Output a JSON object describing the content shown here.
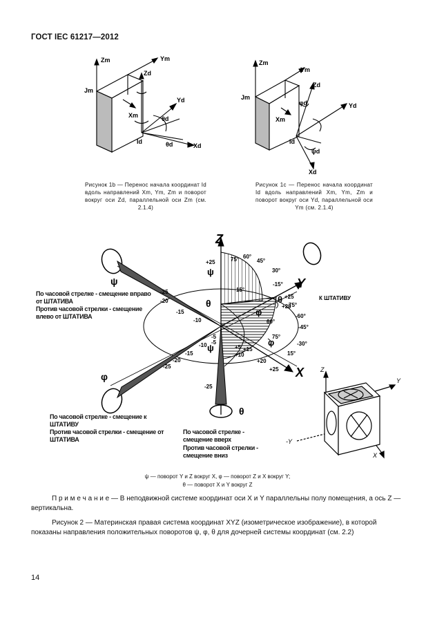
{
  "header": {
    "standard": "ГОСТ IEC 61217—2012"
  },
  "fig1b": {
    "axes": {
      "zm": "Zm",
      "ym": "Ym",
      "zd": "Zd",
      "xm": "Xm",
      "yd": "Yd",
      "theta_d": "θd",
      "id": "Id",
      "xd": "Xd",
      "theta_d2": "θd"
    },
    "caption": "Рисунок 1b — Перенос начала координат Id вдоль направлений Xm, Ym, Zm и поворот вокруг оси Zd, параллельной оси Zm (см. 2.1.4)"
  },
  "fig1c": {
    "axes": {
      "zm": "Zm",
      "ym": "Ym",
      "zd": "Zd",
      "phi_d": "φd",
      "xm": "Xm",
      "yd": "Yd",
      "id": "Id",
      "psi_d": "ψd",
      "xd": "Xd"
    },
    "caption": "Рисунок 1с — Перенос начала координат Id вдоль направлений Xm, Ym, Zm и поворот вокруг оси Yd, параллельной оси Ym (см. 2.1.4)"
  },
  "fig2": {
    "axis_z": "Z",
    "axis_y": "Y",
    "axis_x": "X",
    "psi": "ψ",
    "phi": "φ",
    "theta": "θ",
    "ticks_x": [
      "+5",
      "+10",
      "+15",
      "+20",
      "+25"
    ],
    "ticks_neg_x": [
      "-5",
      "-10",
      "-15",
      "-20",
      "-25"
    ],
    "ticks_y": [
      "+5",
      "+10",
      "+15",
      "+20",
      "+25"
    ],
    "ticks_neg_y": [
      "-5",
      "-10",
      "-15",
      "-20",
      "-25"
    ],
    "tick_z_pos": "+25",
    "tick_z_neg": "-25",
    "angles_top": [
      "75°",
      "60°",
      "45°",
      "30°",
      "15°",
      "-15°",
      "-30°"
    ],
    "angles_right": [
      "75°",
      "60°",
      "-60°",
      "-45°",
      "75°",
      "-30°",
      "15°"
    ],
    "label_left_1": "По часовой стрелке - смещение вправо от ШТАТИВА",
    "label_left_2": "Против часовой стрелки - смещение влево от ШТАТИВА",
    "label_mid_1": "По часовой стрелке - смещение к ШТАТИВУ",
    "label_mid_2": "Против часовой стрелки - смещение от ШТАТИВА",
    "label_bottom_1": "По часовой стрелке - смещение вверх",
    "label_bottom_2": "Против часовой стрелки - смещение вниз",
    "label_right": "К ШТАТИВУ",
    "cube_axes": {
      "z": "Z",
      "y": "Y",
      "neg_y": "-Y",
      "x": "X"
    }
  },
  "legend": {
    "line1": "ψ — поворот Y и Z вокруг X, φ — поворот Z и X вокруг Y;",
    "line2": "θ — поворот X и Y вокруг Z"
  },
  "note": {
    "prefix": "П р и м е ч а н и е",
    "text": " — В неподвижной системе координат оси X и Y параллельны полу помещения, а ось Z — вертикальна."
  },
  "figure2_caption": "Рисунок 2 — Материнская правая система координат XYZ (изометрическое изображение), в которой показаны направления положительных поворотов ψ, φ, θ для дочерней системы координат (см. 2.2)",
  "page_number": "14"
}
